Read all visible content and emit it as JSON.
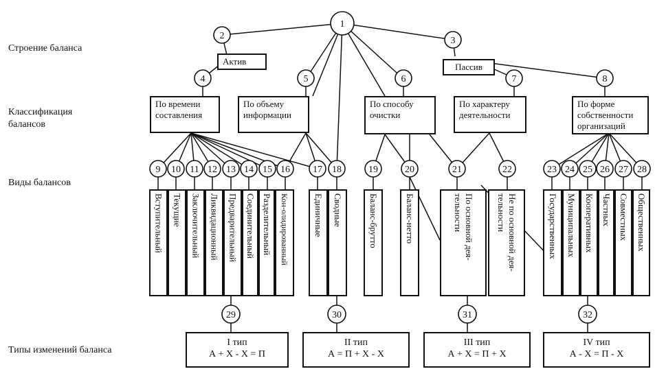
{
  "row_labels": {
    "structure": "Строение баланса",
    "classification": "Классификация балансов",
    "kinds": "Виды балансов",
    "change_types": "Типы изменений баланса"
  },
  "nodes": [
    "1",
    "2",
    "3",
    "4",
    "5",
    "6",
    "7",
    "8",
    "9",
    "10",
    "11",
    "12",
    "13",
    "14",
    "15",
    "16",
    "17",
    "18",
    "19",
    "20",
    "21",
    "22",
    "23",
    "24",
    "25",
    "26",
    "27",
    "28",
    "29",
    "30",
    "31",
    "32"
  ],
  "structure_boxes": {
    "active": "Актив",
    "passive": "Пассив"
  },
  "classification_boxes": {
    "by_time": "По времени составления",
    "by_volume": "По объему информации",
    "by_cleaning": "По способу очистки",
    "by_activity": "По характеру деятельности",
    "by_ownership": "По форме собственности организаций"
  },
  "kinds": [
    "Вступительный",
    "Текущие",
    "Заключительный",
    "Ликвидационный",
    "Предварительный",
    "Соединительный",
    "Разделительный",
    "Кон-олидированный",
    "Единичные",
    "Сводные",
    "Баланс-брутто",
    "Баланс-нетто",
    "По основной дея-тельности",
    "Не по основной дея-тельности",
    "Государственных",
    "Муниципальных",
    "Кооперативных",
    "Частных",
    "Совместных",
    "Общественных"
  ],
  "change_types": [
    {
      "title": "I тип",
      "formula": "А + Х - Х = П"
    },
    {
      "title": "II тип",
      "formula": "А = П + Х - Х"
    },
    {
      "title": "III тип",
      "formula": "А + Х = П + Х"
    },
    {
      "title": "IV тип",
      "formula": "А - Х = П - Х"
    }
  ]
}
